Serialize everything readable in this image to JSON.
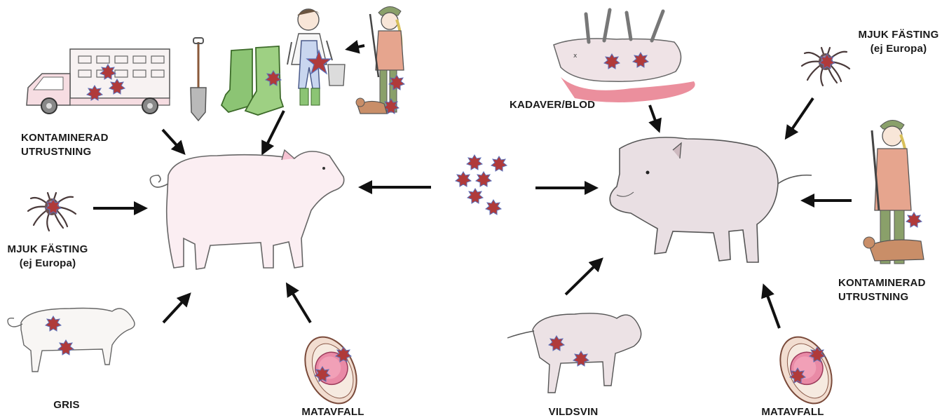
{
  "colors": {
    "virus": "#b03a3a",
    "virus_outline": "#5b6fb8",
    "arrow": "#111111",
    "pig_fill": "#fbeef2",
    "boar_fill": "#e9dfe3",
    "boots": "#8cc474",
    "truck": "#f6dde2",
    "blood": "#e46a7c"
  },
  "labels": {
    "contaminated_equipment_left_line1": "KONTAMINERAD",
    "contaminated_equipment_left_line2": "UTRUSTNING",
    "soft_tick_left_line1": "MJUK FÄSTING",
    "soft_tick_left_line2": "(ej Europa)",
    "pig_source": "GRIS",
    "food_waste_left": "MATAVFALL",
    "carcass_blood": "KADAVER/BLOD",
    "soft_tick_right_line1": "MJUK FÄSTING",
    "soft_tick_right_line2": "(ej Europa)",
    "contaminated_equipment_right_line1": "KONTAMINERAD",
    "contaminated_equipment_right_line2": "UTRUSTNING",
    "wild_boar_source": "VILDSVIN",
    "food_waste_right": "MATAVFALL"
  },
  "icons": {
    "virus": "star-virus-icon",
    "truck": "truck-icon",
    "shovel": "shovel-icon",
    "boots": "boots-icon",
    "farmer": "farmer-icon",
    "hunter": "hunter-icon",
    "dog": "dog-icon",
    "tick": "tick-icon",
    "pig": "domestic-pig-icon",
    "wild_boar": "wild-boar-icon",
    "meat": "meat-slice-icon",
    "carcass": "carcass-icon"
  }
}
